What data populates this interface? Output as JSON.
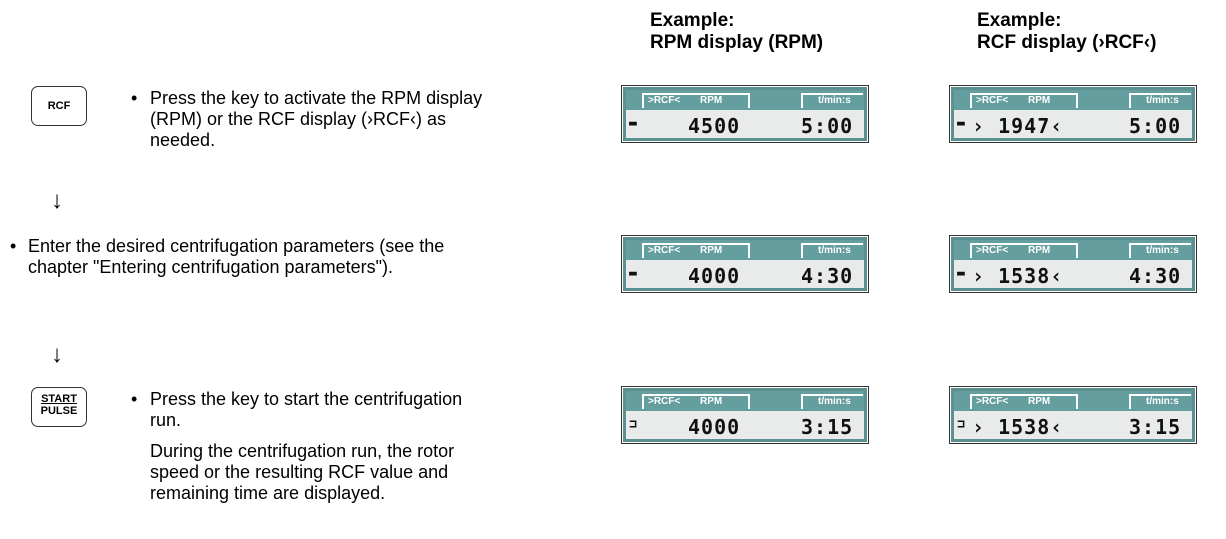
{
  "headers": {
    "rpm": {
      "line1": "Example:",
      "line2": "RPM display (RPM)"
    },
    "rcf": {
      "line1": "Example:",
      "line2": "RCF display (›RCF‹)"
    }
  },
  "steps": [
    {
      "key_label": "RCF",
      "bullet": "•",
      "text_lines": [
        "Press the key to activate the RPM display",
        "(RPM) or the RCF display (›RCF‹) as",
        "needed."
      ]
    },
    {
      "bullet": "•",
      "text_lines": [
        "Enter the desired centrifugation parameters (see the",
        "chapter \"Entering centrifugation parameters\")."
      ]
    },
    {
      "key_label_top": "START",
      "key_label_bottom": "PULSE",
      "bullet": "•",
      "text_lines": [
        "Press the key to start the centrifugation",
        "run."
      ],
      "note_lines": [
        "During the centrifugation run, the rotor",
        "speed or the resulting RCF value and",
        "remaining time are displayed."
      ]
    }
  ],
  "arrows": [
    "↓",
    "↓"
  ],
  "display_labels": {
    "rcf": ">RCF<",
    "rpm": "RPM",
    "time": "t/min:s"
  },
  "displays": [
    {
      "indicator": "▬",
      "value": "4500",
      "time": "5:00"
    },
    {
      "indicator": "▬",
      "value": "› 1947‹",
      "time": "5:00"
    },
    {
      "indicator": "▬",
      "value": "4000",
      "time": "4:30"
    },
    {
      "indicator": "▬",
      "value": "› 1538‹",
      "time": "4:30"
    },
    {
      "indicator": "⊐",
      "value": "4000",
      "time": "3:15"
    },
    {
      "indicator": "⊐",
      "value": "› 1538‹",
      "time": "3:15"
    }
  ],
  "colors": {
    "lcd_bar": "#649e9e",
    "lcd_frame": "#5a9090",
    "lcd_bg": "#e8ebe9"
  }
}
